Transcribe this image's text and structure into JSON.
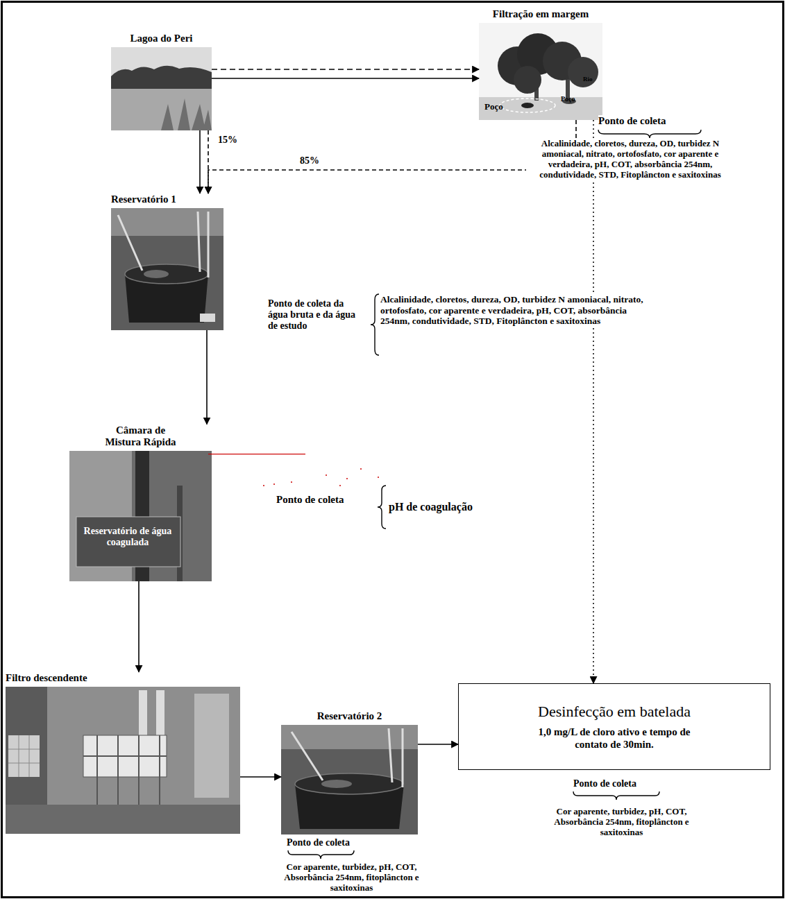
{
  "diagram": {
    "nodes": [
      {
        "text": [
          "Lagoa do Peri"
        ]
      },
      {
        "text": [
          "Filtração em margem",
          "Poço",
          "Poço",
          "Rio"
        ]
      },
      {
        "text": [
          "Reservatório 1"
        ]
      },
      {
        "text": [
          "Câmara de Mistura Rápida",
          "Reservatório de água coagulada"
        ]
      },
      {
        "text": [
          "Filtro descendente"
        ]
      },
      {
        "text": [
          "Reservatório 2"
        ]
      },
      {
        "text": [
          "Desinfecção em batelada",
          "1,0 mg/L de cloro ativo e tempo de contato de 30min."
        ]
      }
    ],
    "edges": [
      {
        "from": 0,
        "to": 1,
        "arrow": "to"
      },
      {
        "from": 0,
        "to": 1,
        "arrow": "to"
      },
      {
        "from": 0,
        "to": 2,
        "arrow": "to"
      },
      {
        "from": 0,
        "to": 2,
        "arrow": "to",
        "label": "15%"
      },
      {
        "from": 1,
        "to": 2,
        "arrow": "to",
        "label": "85%"
      },
      {
        "from": 1,
        "to": 6,
        "arrow": "to"
      },
      {
        "from": 2,
        "to": 3,
        "arrow": "to"
      },
      {
        "from": 3,
        "to": 4,
        "arrow": "to"
      },
      {
        "from": 4,
        "to": 5,
        "arrow": "to"
      },
      {
        "from": 5,
        "to": 6,
        "arrow": "to"
      }
    ],
    "labels": [
      "Ponto de coleta",
      "Alcalinidade, cloretos, dureza, OD, turbidez N amoniacal, nitrato, ortofosfato, cor aparente e verdadeira, pH, COT, absorbância 254nm, condutividade, STD, Fitoplâncton e saxitoxinas",
      "Ponto de coleta da água bruta e da água de estudo",
      "Alcalinidade, cloretos, dureza, OD, turbidez N amoniacal, nitrato, ortofosfato, cor aparente e verdadeira, pH, COT, absorbância 254nm, condutividade, STD, Fitoplâncton e saxitoxinas",
      "Ponto de coleta",
      "pH de coagulação",
      "Ponto de coleta",
      "Cor aparente, turbidez, pH, COT, Absorbância 254nm, fitoplâncton e saxitoxinas",
      "Ponto de coleta",
      "Cor aparente, turbidez, pH, COT, Absorbância 254nm, fitoplâncton e saxitoxinas"
    ]
  }
}
